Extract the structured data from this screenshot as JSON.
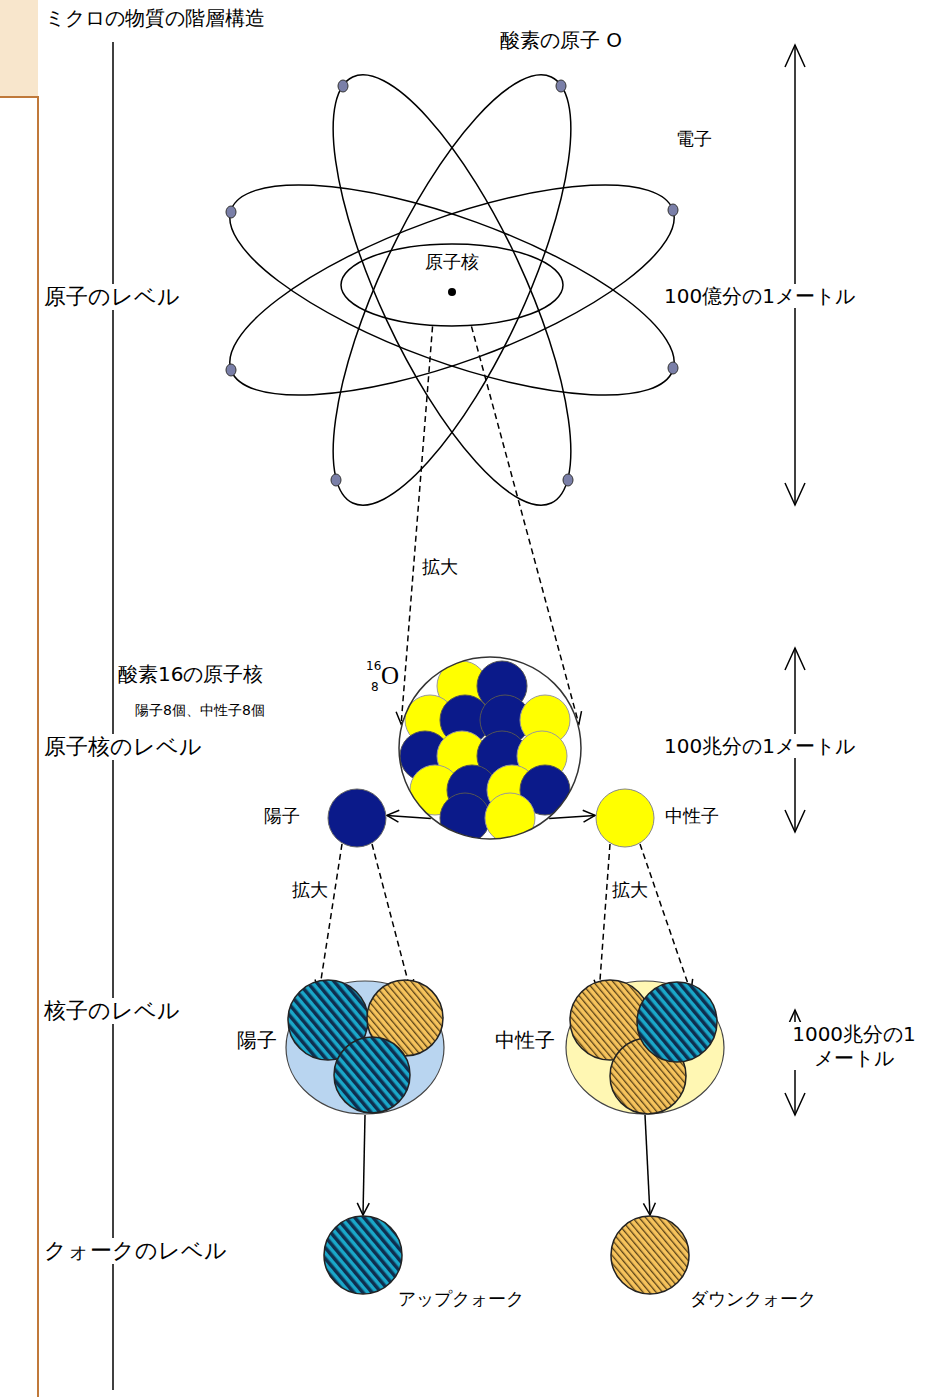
{
  "diagram": {
    "title": "ミクロの物質の階層構造",
    "nodes": [
      {
        "text": [
          "原子核"
        ]
      },
      {
        "text": [
          "酸素16の原子核",
          "陽子8個、中性子8個"
        ]
      },
      {
        "text": [
          "陽子"
        ]
      },
      {
        "text": [
          "中性子"
        ]
      },
      {
        "text": [
          "陽子"
        ]
      },
      {
        "text": [
          "中性子"
        ]
      },
      {
        "text": [
          "アップクォーク"
        ]
      },
      {
        "text": [
          "ダウンクォーク"
        ]
      }
    ],
    "edges": [
      {
        "from": 0,
        "to": 1,
        "arrow": "to",
        "label": "拡大"
      },
      {
        "from": 0,
        "to": 1,
        "arrow": "to"
      },
      {
        "from": 1,
        "to": 2,
        "arrow": "to"
      },
      {
        "from": 1,
        "to": 3,
        "arrow": "to"
      },
      {
        "from": 2,
        "to": 4,
        "arrow": "to",
        "label": "拡大"
      },
      {
        "from": 2,
        "to": 4,
        "arrow": "to"
      },
      {
        "from": 3,
        "to": 5,
        "arrow": "to",
        "label": "拡大"
      },
      {
        "from": 3,
        "to": 5,
        "arrow": "to"
      },
      {
        "from": 4,
        "to": 6,
        "arrow": "to"
      },
      {
        "from": 5,
        "to": 7,
        "arrow": "to"
      }
    ],
    "labels": [
      "酸素の原子 O",
      "電子",
      "原子のレベル",
      "100億分の1メートル",
      "16",
      "8",
      "O",
      "原子核のレベル",
      "100兆分の1メートル",
      "核子のレベル",
      "1000兆分の1 メートル",
      "クォークのレベル"
    ]
  }
}
